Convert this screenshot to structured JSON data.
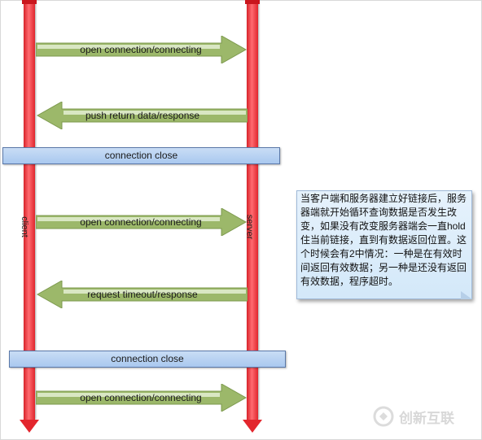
{
  "lifelines": {
    "client": {
      "label": "client"
    },
    "server": {
      "label": "server"
    }
  },
  "messages": [
    {
      "label": "open  connection/connecting",
      "direction": "client-to-server"
    },
    {
      "label": "push return  data/response",
      "direction": "server-to-client"
    },
    {
      "label": "open  connection/connecting",
      "direction": "client-to-server"
    },
    {
      "label": "request  timeout/response",
      "direction": "server-to-client"
    },
    {
      "label": "open  connection/connecting",
      "direction": "client-to-server"
    }
  ],
  "bands": [
    {
      "label": "connection  close"
    },
    {
      "label": "connection  close"
    }
  ],
  "note": {
    "text": "当客户端和服务器建立好链接后，服务器端就开始循环查询数据是否发生改变，如果没有改变服务器端会一直hold住当前链接，直到有数据返回位置。这个时候会有2中情况：一种是在有效时间返回有效数据；另一种是还没有返回有效数据，程序超时。"
  },
  "watermark": {
    "text": "创新互联"
  },
  "colors": {
    "lifeline": "#e3262d",
    "arrow_fill": "#9cb86a",
    "arrow_highlight": "#e4efd2",
    "band_fill": "#b5d0f2",
    "note_fill": "#dcedfb"
  }
}
